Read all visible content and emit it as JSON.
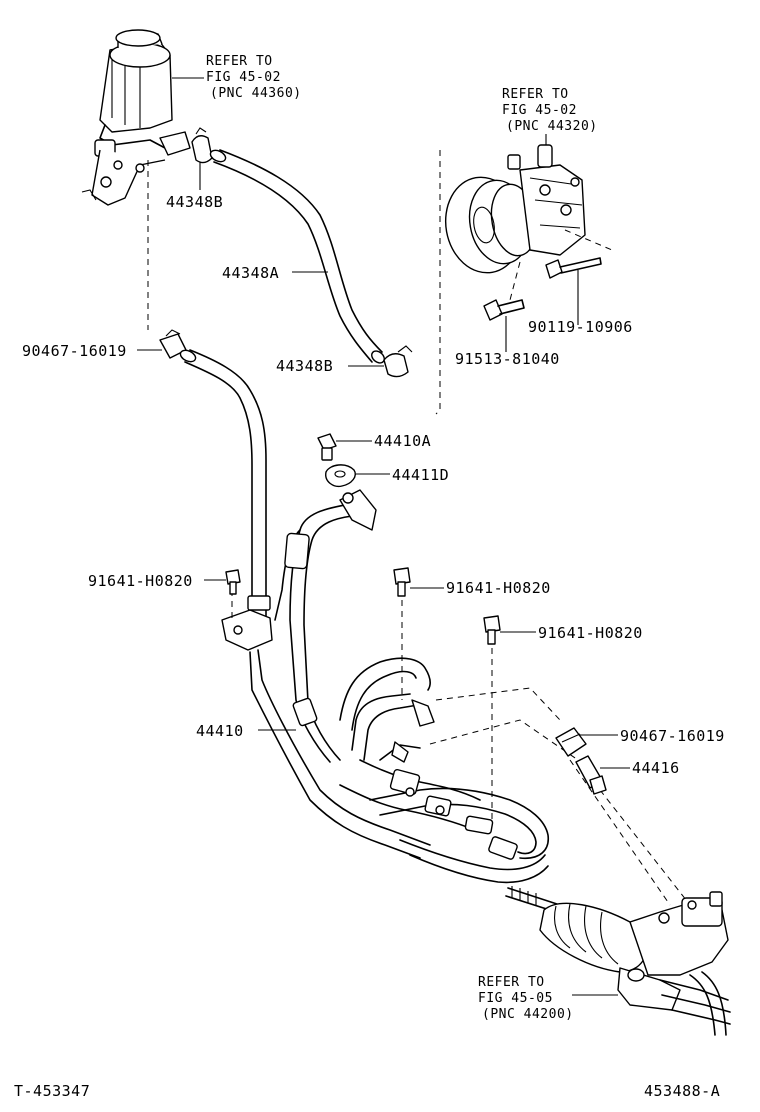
{
  "refs": {
    "reservoir": {
      "line1": "REFER TO",
      "line2": "FIG 45-02",
      "line3": "(PNC 44360)"
    },
    "pump": {
      "line1": "REFER TO",
      "line2": "FIG 45-02",
      "line3": "(PNC 44320)"
    },
    "gear": {
      "line1": "REFER TO",
      "line2": "FIG 45-05",
      "line3": "(PNC 44200)"
    }
  },
  "parts": {
    "clamp_upper": "44348B",
    "hose_return": "44348A",
    "clamp_lower": "44348B",
    "bolt_pump_long": "90119-10906",
    "bolt_pump_short": "91513-81040",
    "clip_left": "90467-16019",
    "union_bolt": "44410A",
    "gasket": "44411D",
    "bolt_left": "91641-H0820",
    "bolt_mid1": "91641-H0820",
    "bolt_mid2": "91641-H0820",
    "tube_assy": "44410",
    "clip_right": "90467-16019",
    "union": "44416"
  },
  "footer": {
    "left": "T-453347",
    "right": "453488-A"
  }
}
